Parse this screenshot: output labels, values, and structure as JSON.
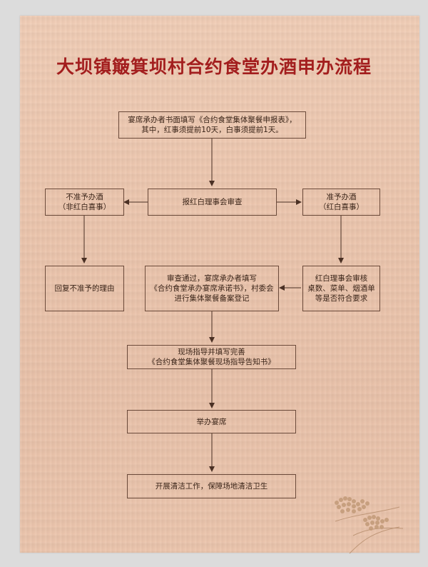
{
  "title": "大坝镇簸箕坝村合约食堂办酒申办流程",
  "nodes": {
    "start": [
      "宴席承办者书面填写《合约食堂集体聚餐申报表》，",
      "其中，红事须提前10天，白事须提前1天。"
    ],
    "review": [
      "报红白理事会审查"
    ],
    "reject": [
      "不准予办酒",
      "（非红白喜事）"
    ],
    "approve": [
      "准予办酒",
      "（红白喜事）"
    ],
    "reply": [
      "回复不准予的理由"
    ],
    "check": [
      "红白理事会审核",
      "桌数、菜单、烟酒单",
      "等是否符合要求"
    ],
    "register": [
      "审查通过，宴席承办者填写",
      "《合约食堂承办宴席承诺书》，村委会",
      "进行集体聚餐备案登记"
    ],
    "guide": [
      "现场指导并填写完善",
      "《合约食堂集体聚餐现场指导告知书》"
    ],
    "hold": [
      "举办宴席"
    ],
    "clean": [
      "开展清洁工作，保障场地清洁卫生"
    ]
  },
  "colors": {
    "title": "#a31e1e",
    "border": "#6b4a3a",
    "text": "#3a2418",
    "background": "#ecc6ae"
  },
  "decoration": "rice-ear-icon"
}
